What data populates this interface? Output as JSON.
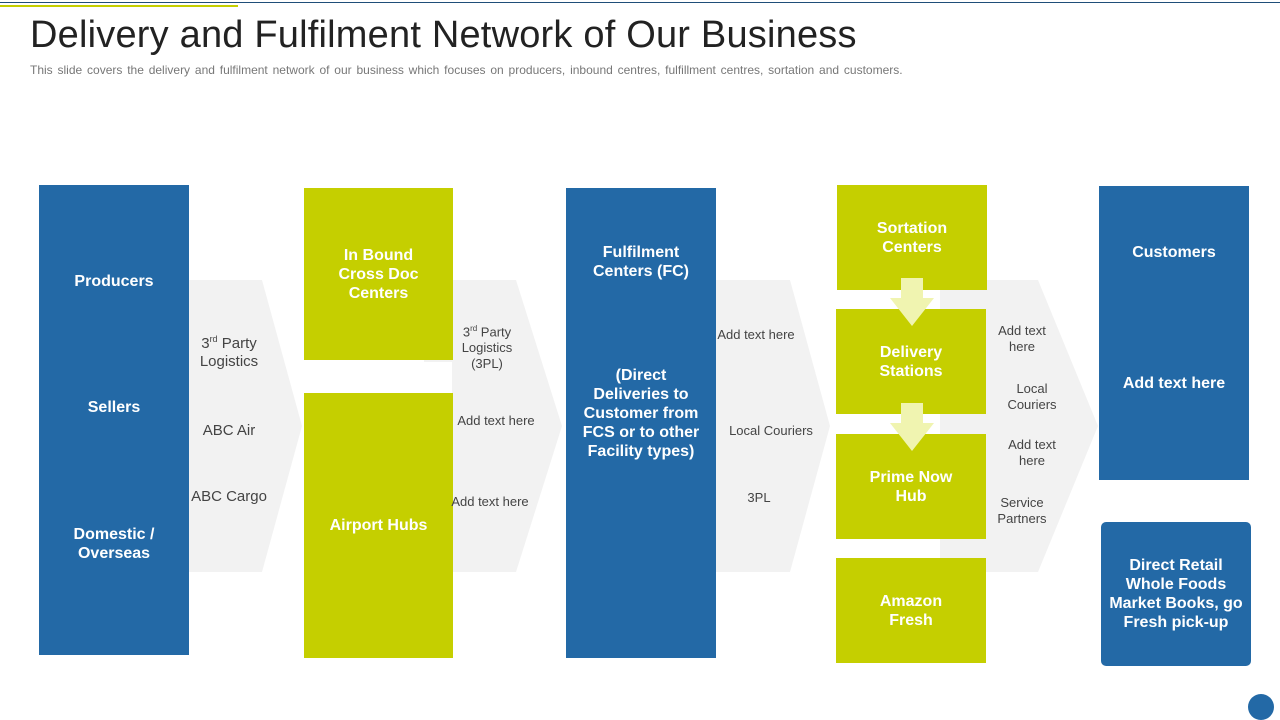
{
  "header": {
    "title": "Delivery and Fulfilment Network of Our Business",
    "subtitle": "This slide covers the delivery and fulfilment network of our business which focuses on producers, inbound centres, fulfillment centres, sortation and customers."
  },
  "colors": {
    "blue": "#2369a6",
    "lime": "#c5cf00",
    "chevron": "#f2f2f2",
    "arrow": "#f0f4b0"
  },
  "sources": [
    "Producers",
    "Sellers",
    "Domestic / Overseas"
  ],
  "inbound": {
    "cross_doc": "In Bound Cross Doc Centers",
    "airport": "Airport Hubs"
  },
  "fulfilment": {
    "title": "Fulfilment Centers (FC)",
    "detail": "(Direct Deliveries to Customer from FCS or to other Facility types)"
  },
  "sortation": {
    "sortation": "Sortation Centers",
    "delivery": "Delivery Stations",
    "prime": "Prime Now Hub",
    "fresh": "Amazon Fresh"
  },
  "customers": {
    "title": "Customers",
    "detail": "Add text here",
    "direct": "Direct Retail Whole Foods Market Books, go Fresh pick-up"
  },
  "channels": {
    "c1": {
      "third_party_pre": "3",
      "third_party_sup": "rd",
      "third_party_post": " Party Logistics",
      "abc_air": "ABC Air",
      "abc_cargo": "ABC Cargo"
    },
    "c2": {
      "third_party_pre": "3",
      "third_party_sup": "rd",
      "third_party_post": " Party Logistics (3PL)",
      "add1": "Add text here",
      "add2": "Add text here"
    },
    "c3": {
      "add": "Add text here",
      "local": "Local Couriers",
      "tpl": "3PL"
    },
    "c4": {
      "add1": "Add text here",
      "local": "Local Couriers",
      "add2": "Add text here",
      "service": "Service Partners"
    }
  }
}
